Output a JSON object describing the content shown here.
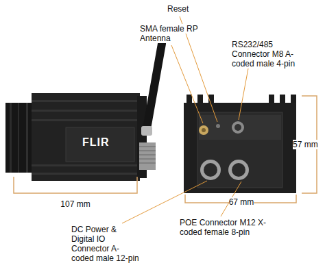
{
  "diagram": {
    "labels": [
      "Reset",
      "SMA female RP Antenna",
      "RS232/485 Connector M8 A-coded male 4-pin",
      "57 mm",
      "FLIR",
      "107 mm",
      "67 mm",
      "DC Power & Digital IO Connector A-coded male 12-pin",
      "POE Connector M12 X-coded female 8-pin"
    ]
  }
}
